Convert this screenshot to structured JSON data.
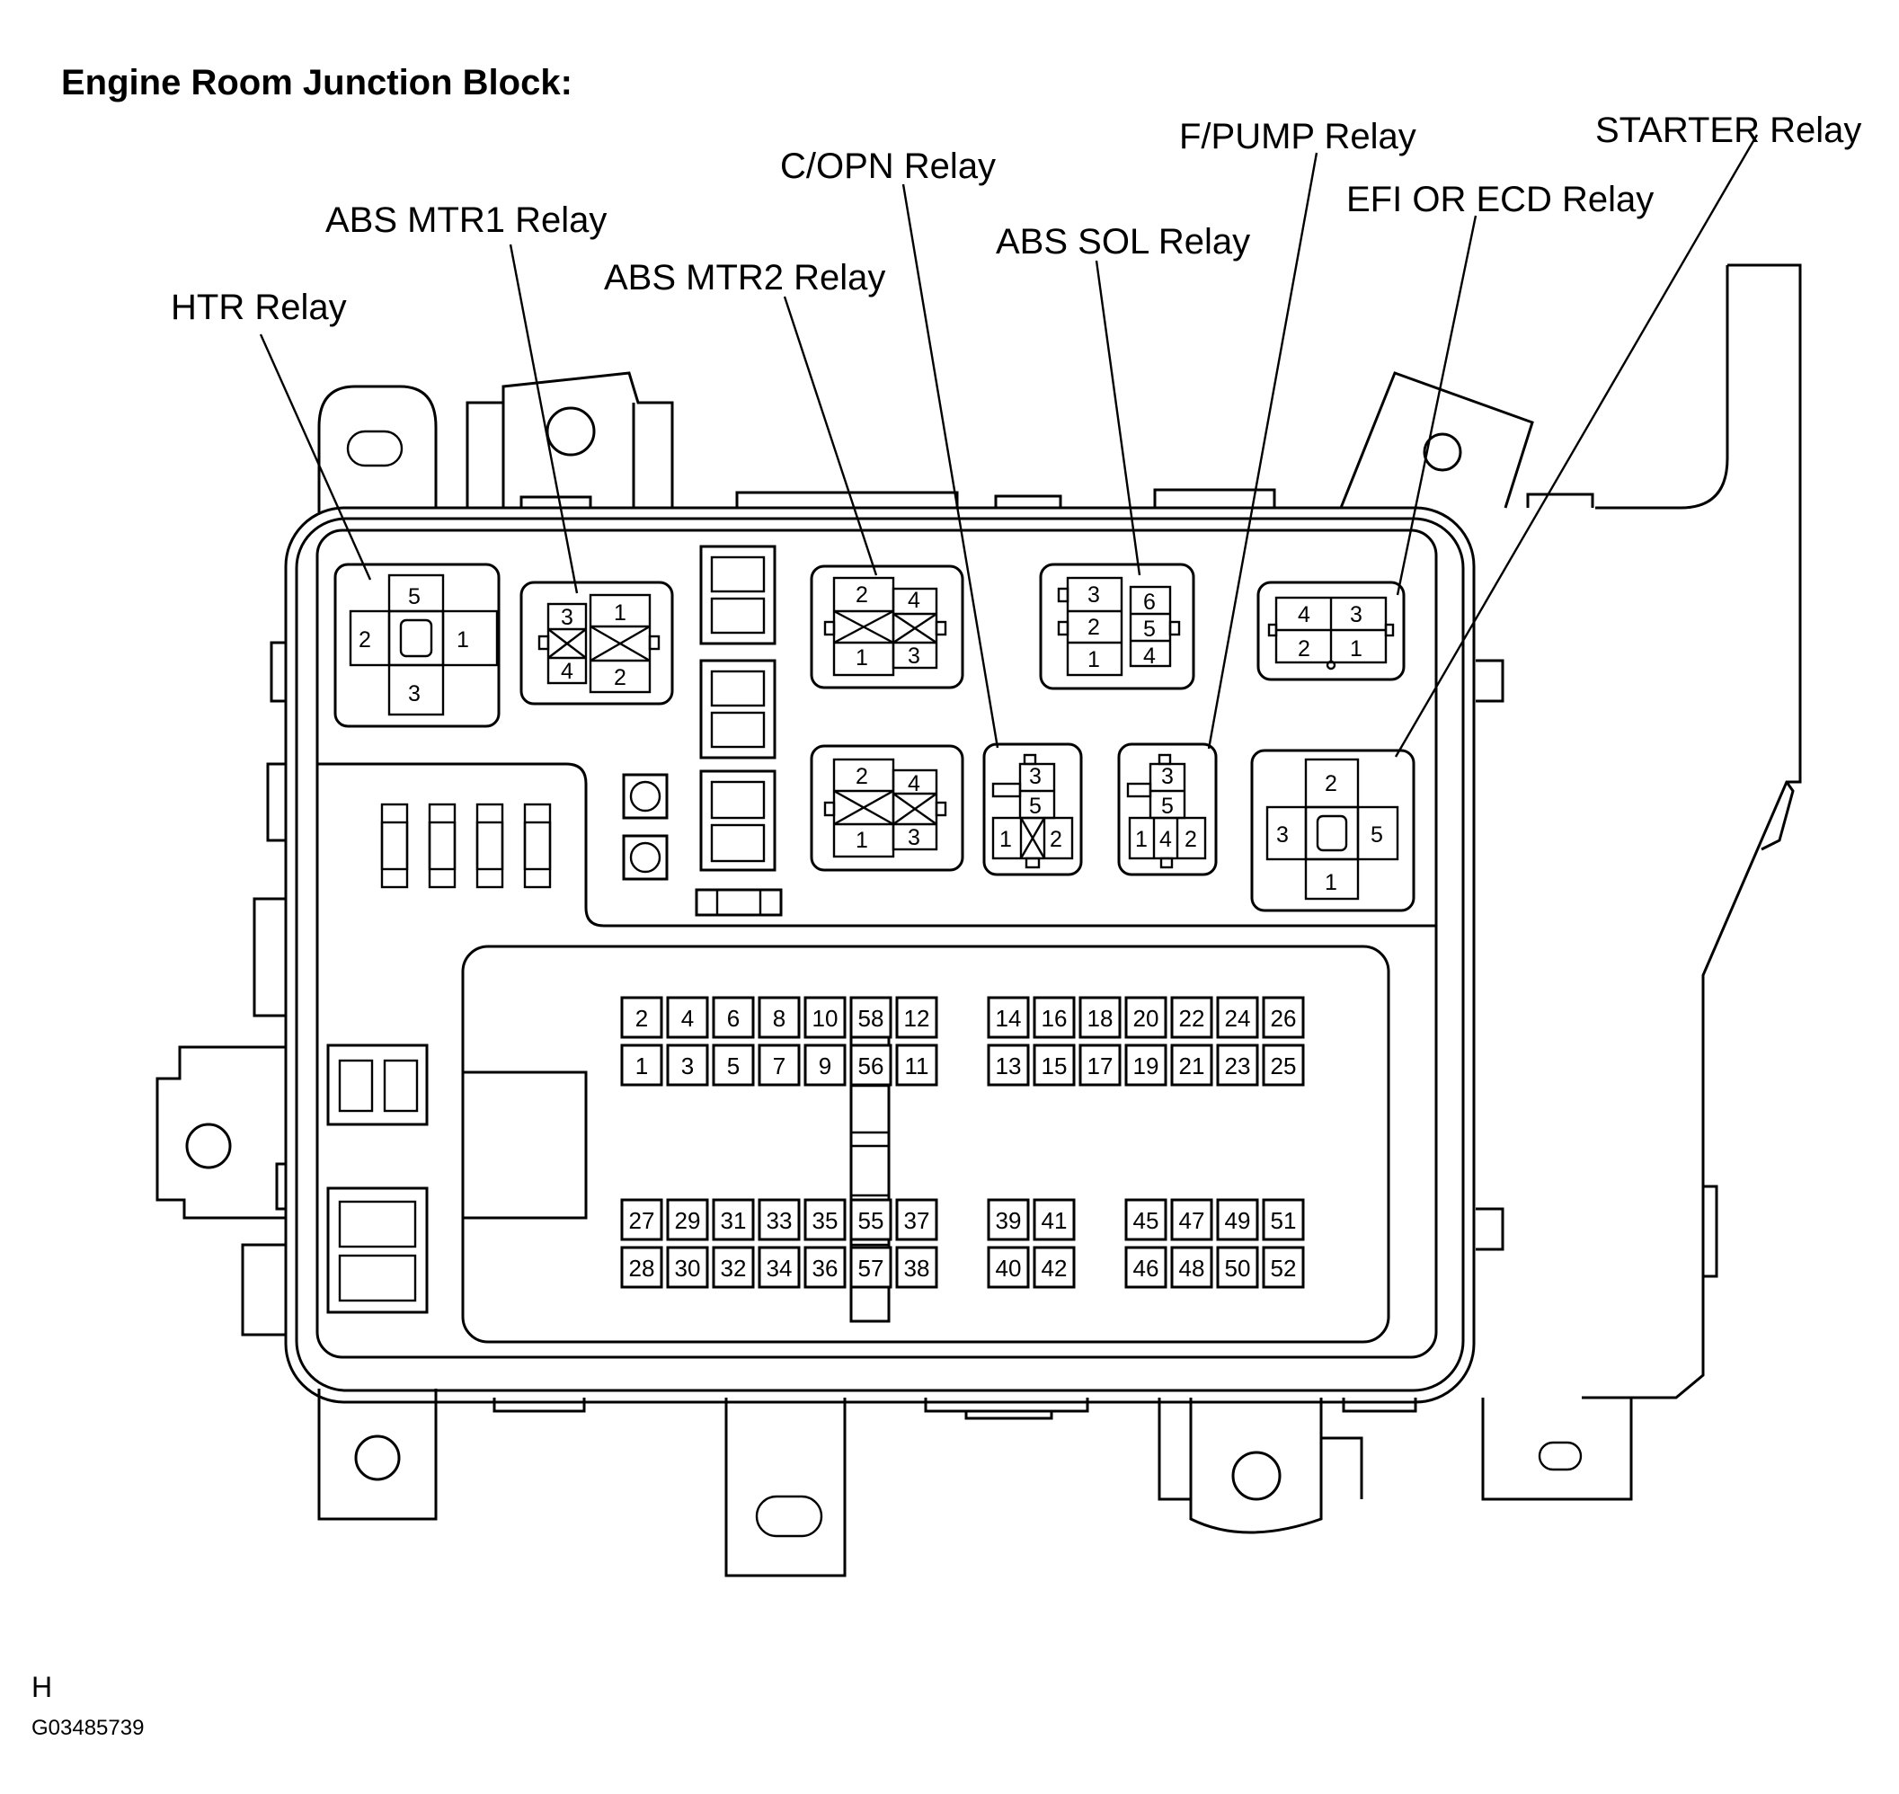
{
  "title": "Engine Room Junction Block:",
  "corner_letter": "H",
  "figure_id": "G03485739",
  "relays": [
    {
      "id": "htr",
      "label": "HTR Relay"
    },
    {
      "id": "abs-mtr1",
      "label": "ABS MTR1 Relay"
    },
    {
      "id": "abs-mtr2",
      "label": "ABS MTR2 Relay"
    },
    {
      "id": "c-opn",
      "label": "C/OPN Relay"
    },
    {
      "id": "abs-sol",
      "label": "ABS SOL Relay"
    },
    {
      "id": "f-pump",
      "label": "F/PUMP Relay"
    },
    {
      "id": "efi-ecd",
      "label": "EFI OR ECD Relay"
    },
    {
      "id": "starter",
      "label": "STARTER Relay"
    }
  ],
  "relay_pins": {
    "htr": [
      "5",
      "2",
      "1",
      "3"
    ],
    "abs_mtr1": [
      "3",
      "1",
      "4",
      "2"
    ],
    "abs_mtr2": [
      "2",
      "4",
      "1",
      "3"
    ],
    "abs_sol": [
      "3",
      "6",
      "2",
      "5",
      "1",
      "4"
    ],
    "efi": [
      "4",
      "3",
      "2",
      "1"
    ],
    "unlabeled_relay": [
      "2",
      "4",
      "1",
      "3"
    ],
    "c_opn": [
      "3",
      "5",
      "1",
      "2"
    ],
    "f_pump": [
      "3",
      "5",
      "1",
      "4",
      "2"
    ],
    "starter": [
      "2",
      "3",
      "5",
      "1"
    ]
  },
  "fuse_rows": {
    "left_upper_top": [
      "2",
      "4",
      "6",
      "8",
      "10",
      "58",
      "12"
    ],
    "left_upper_bottom": [
      "1",
      "3",
      "5",
      "7",
      "9",
      "56",
      "11"
    ],
    "right_upper_top": [
      "14",
      "16",
      "18",
      "20",
      "22",
      "24",
      "26"
    ],
    "right_upper_bottom": [
      "13",
      "15",
      "17",
      "19",
      "21",
      "23",
      "25"
    ],
    "left_lower_top": [
      "27",
      "29",
      "31",
      "33",
      "35",
      "55",
      "37"
    ],
    "left_lower_bottom": [
      "28",
      "30",
      "32",
      "34",
      "36",
      "57",
      "38"
    ],
    "mid_lower_top": [
      "39",
      "41"
    ],
    "mid_lower_bottom": [
      "40",
      "42"
    ],
    "right_lower_top": [
      "45",
      "47",
      "49",
      "51"
    ],
    "right_lower_bottom": [
      "46",
      "48",
      "50",
      "52"
    ]
  }
}
